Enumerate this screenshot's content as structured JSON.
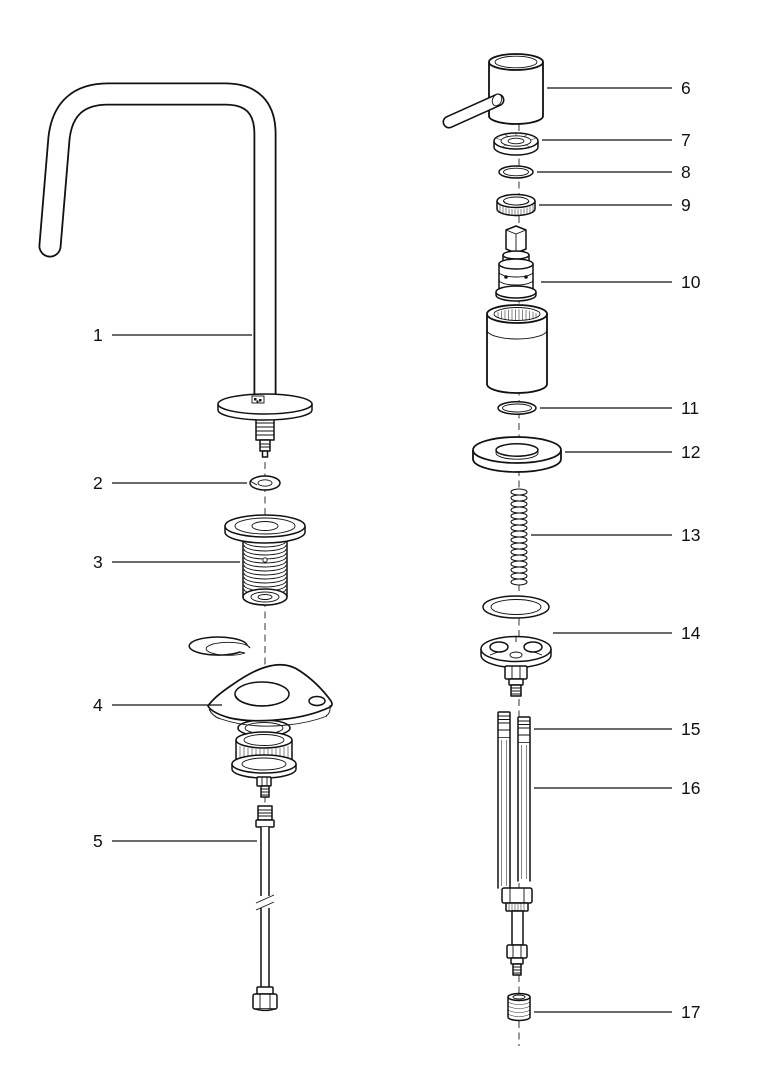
{
  "diagram": {
    "type": "exploded-parts-diagram",
    "background_color": "#ffffff",
    "line_color": "#111111",
    "callouts": [
      {
        "number": "1"
      },
      {
        "number": "2"
      },
      {
        "number": "3"
      },
      {
        "number": "4"
      },
      {
        "number": "5"
      },
      {
        "number": "6"
      },
      {
        "number": "7"
      },
      {
        "number": "8"
      },
      {
        "number": "9"
      },
      {
        "number": "10"
      },
      {
        "number": "11"
      },
      {
        "number": "12"
      },
      {
        "number": "13"
      },
      {
        "number": "14"
      },
      {
        "number": "15"
      },
      {
        "number": "16"
      },
      {
        "number": "17"
      }
    ]
  }
}
